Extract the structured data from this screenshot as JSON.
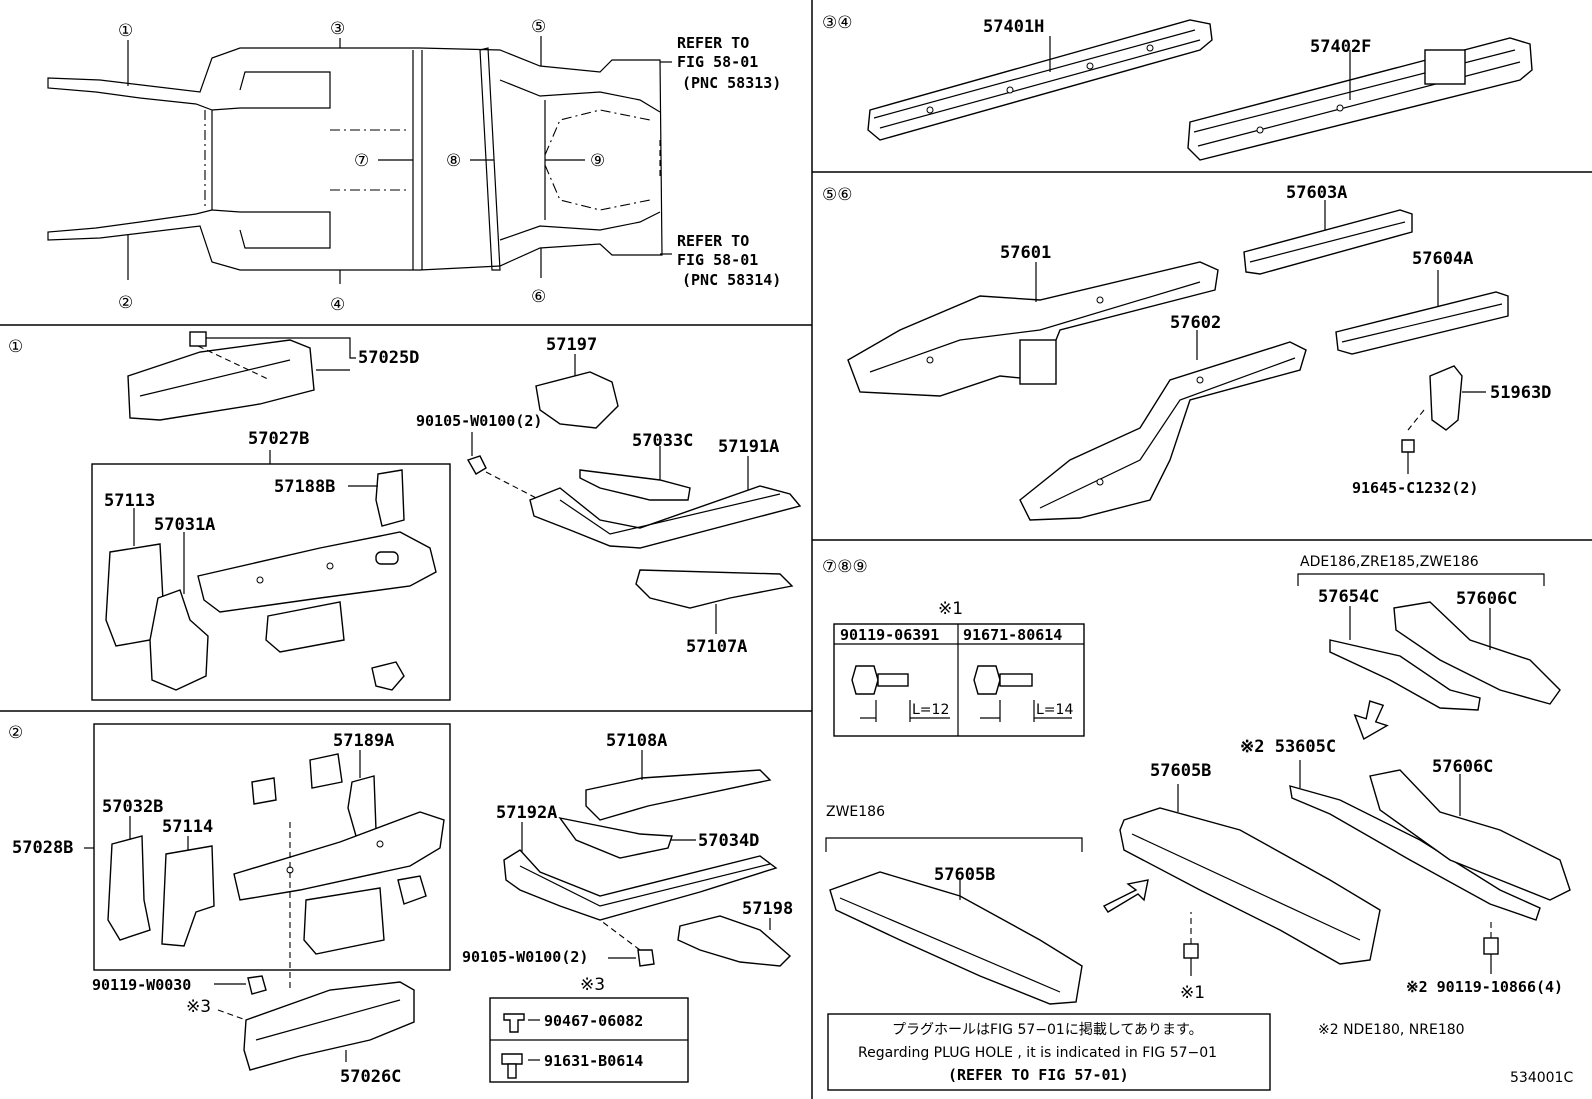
{
  "circled": [
    "①",
    "②",
    "③",
    "④",
    "⑤",
    "⑥",
    "⑦",
    "⑧",
    "⑨"
  ],
  "sections": {
    "s1": "①",
    "s2": "②",
    "s34": "③④",
    "s56": "⑤⑥",
    "s789": "⑦⑧⑨"
  },
  "refer_top": {
    "line1": "REFER TO",
    "line2": "FIG 58-01",
    "line3": "(PNC 58313)"
  },
  "refer_bottom": {
    "line1": "REFER TO",
    "line2": "FIG 58-01",
    "line3": "(PNC 58314)"
  },
  "parts": {
    "p57401H": "57401H",
    "p57402F": "57402F",
    "p57603A": "57603A",
    "p57601": "57601",
    "p57604A": "57604A",
    "p57602": "57602",
    "p51963D": "51963D",
    "p91645": "91645-C1232(2)",
    "p57025D": "57025D",
    "p57197": "57197",
    "p90105a": "90105-W0100(2)",
    "p57027B": "57027B",
    "p57188B": "57188B",
    "p57113": "57113",
    "p57031A": "57031A",
    "p57033C": "57033C",
    "p57191A": "57191A",
    "p57107A": "57107A",
    "p57189A": "57189A",
    "p57108A": "57108A",
    "p57032B": "57032B",
    "p57114": "57114",
    "p57028B": "57028B",
    "p57192A": "57192A",
    "p57034D": "57034D",
    "p57198": "57198",
    "p90105b": "90105-W0100(2)",
    "p90119w": "90119-W0030",
    "p57026C": "57026C",
    "p90467": "90467-06082",
    "p91631": "91631-B0614",
    "pADE": "ADE186,ZRE185,ZWE186",
    "p57654C": "57654C",
    "p57606Ca": "57606C",
    "p53605C": "※2 53605C",
    "p57606Cb": "57606C",
    "p57605Ba": "57605B",
    "pZWE": "ZWE186",
    "p57605Bb": "57605B",
    "p90119_10866": "※2 90119-10866(4)"
  },
  "marks": {
    "m1": "※1",
    "m1b": "※1",
    "m3a": "※3",
    "m3b": "※3"
  },
  "bolt_table": {
    "col1": "90119-06391",
    "col2": "91671-80614",
    "len1": "L=12",
    "len2": "L=14"
  },
  "notes": {
    "jp": "プラグホールはFIG 57−01に掲載してあります。",
    "en": "Regarding  PLUG  HOLE , it is indicated in FIG  57−01",
    "refer": "(REFER TO FIG 57-01)",
    "nde": "※2  NDE180, NRE180",
    "code": "534001C"
  }
}
